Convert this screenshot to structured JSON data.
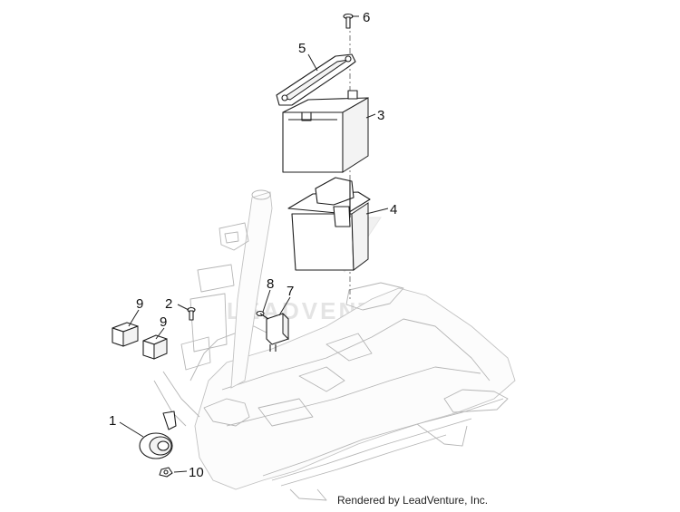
{
  "callouts": [
    "1",
    "2",
    "3",
    "4",
    "5",
    "6",
    "7",
    "8",
    "9",
    "9",
    "10"
  ],
  "watermark": "LEADVENTURE",
  "credit": "Rendered by LeadVenture, Inc."
}
